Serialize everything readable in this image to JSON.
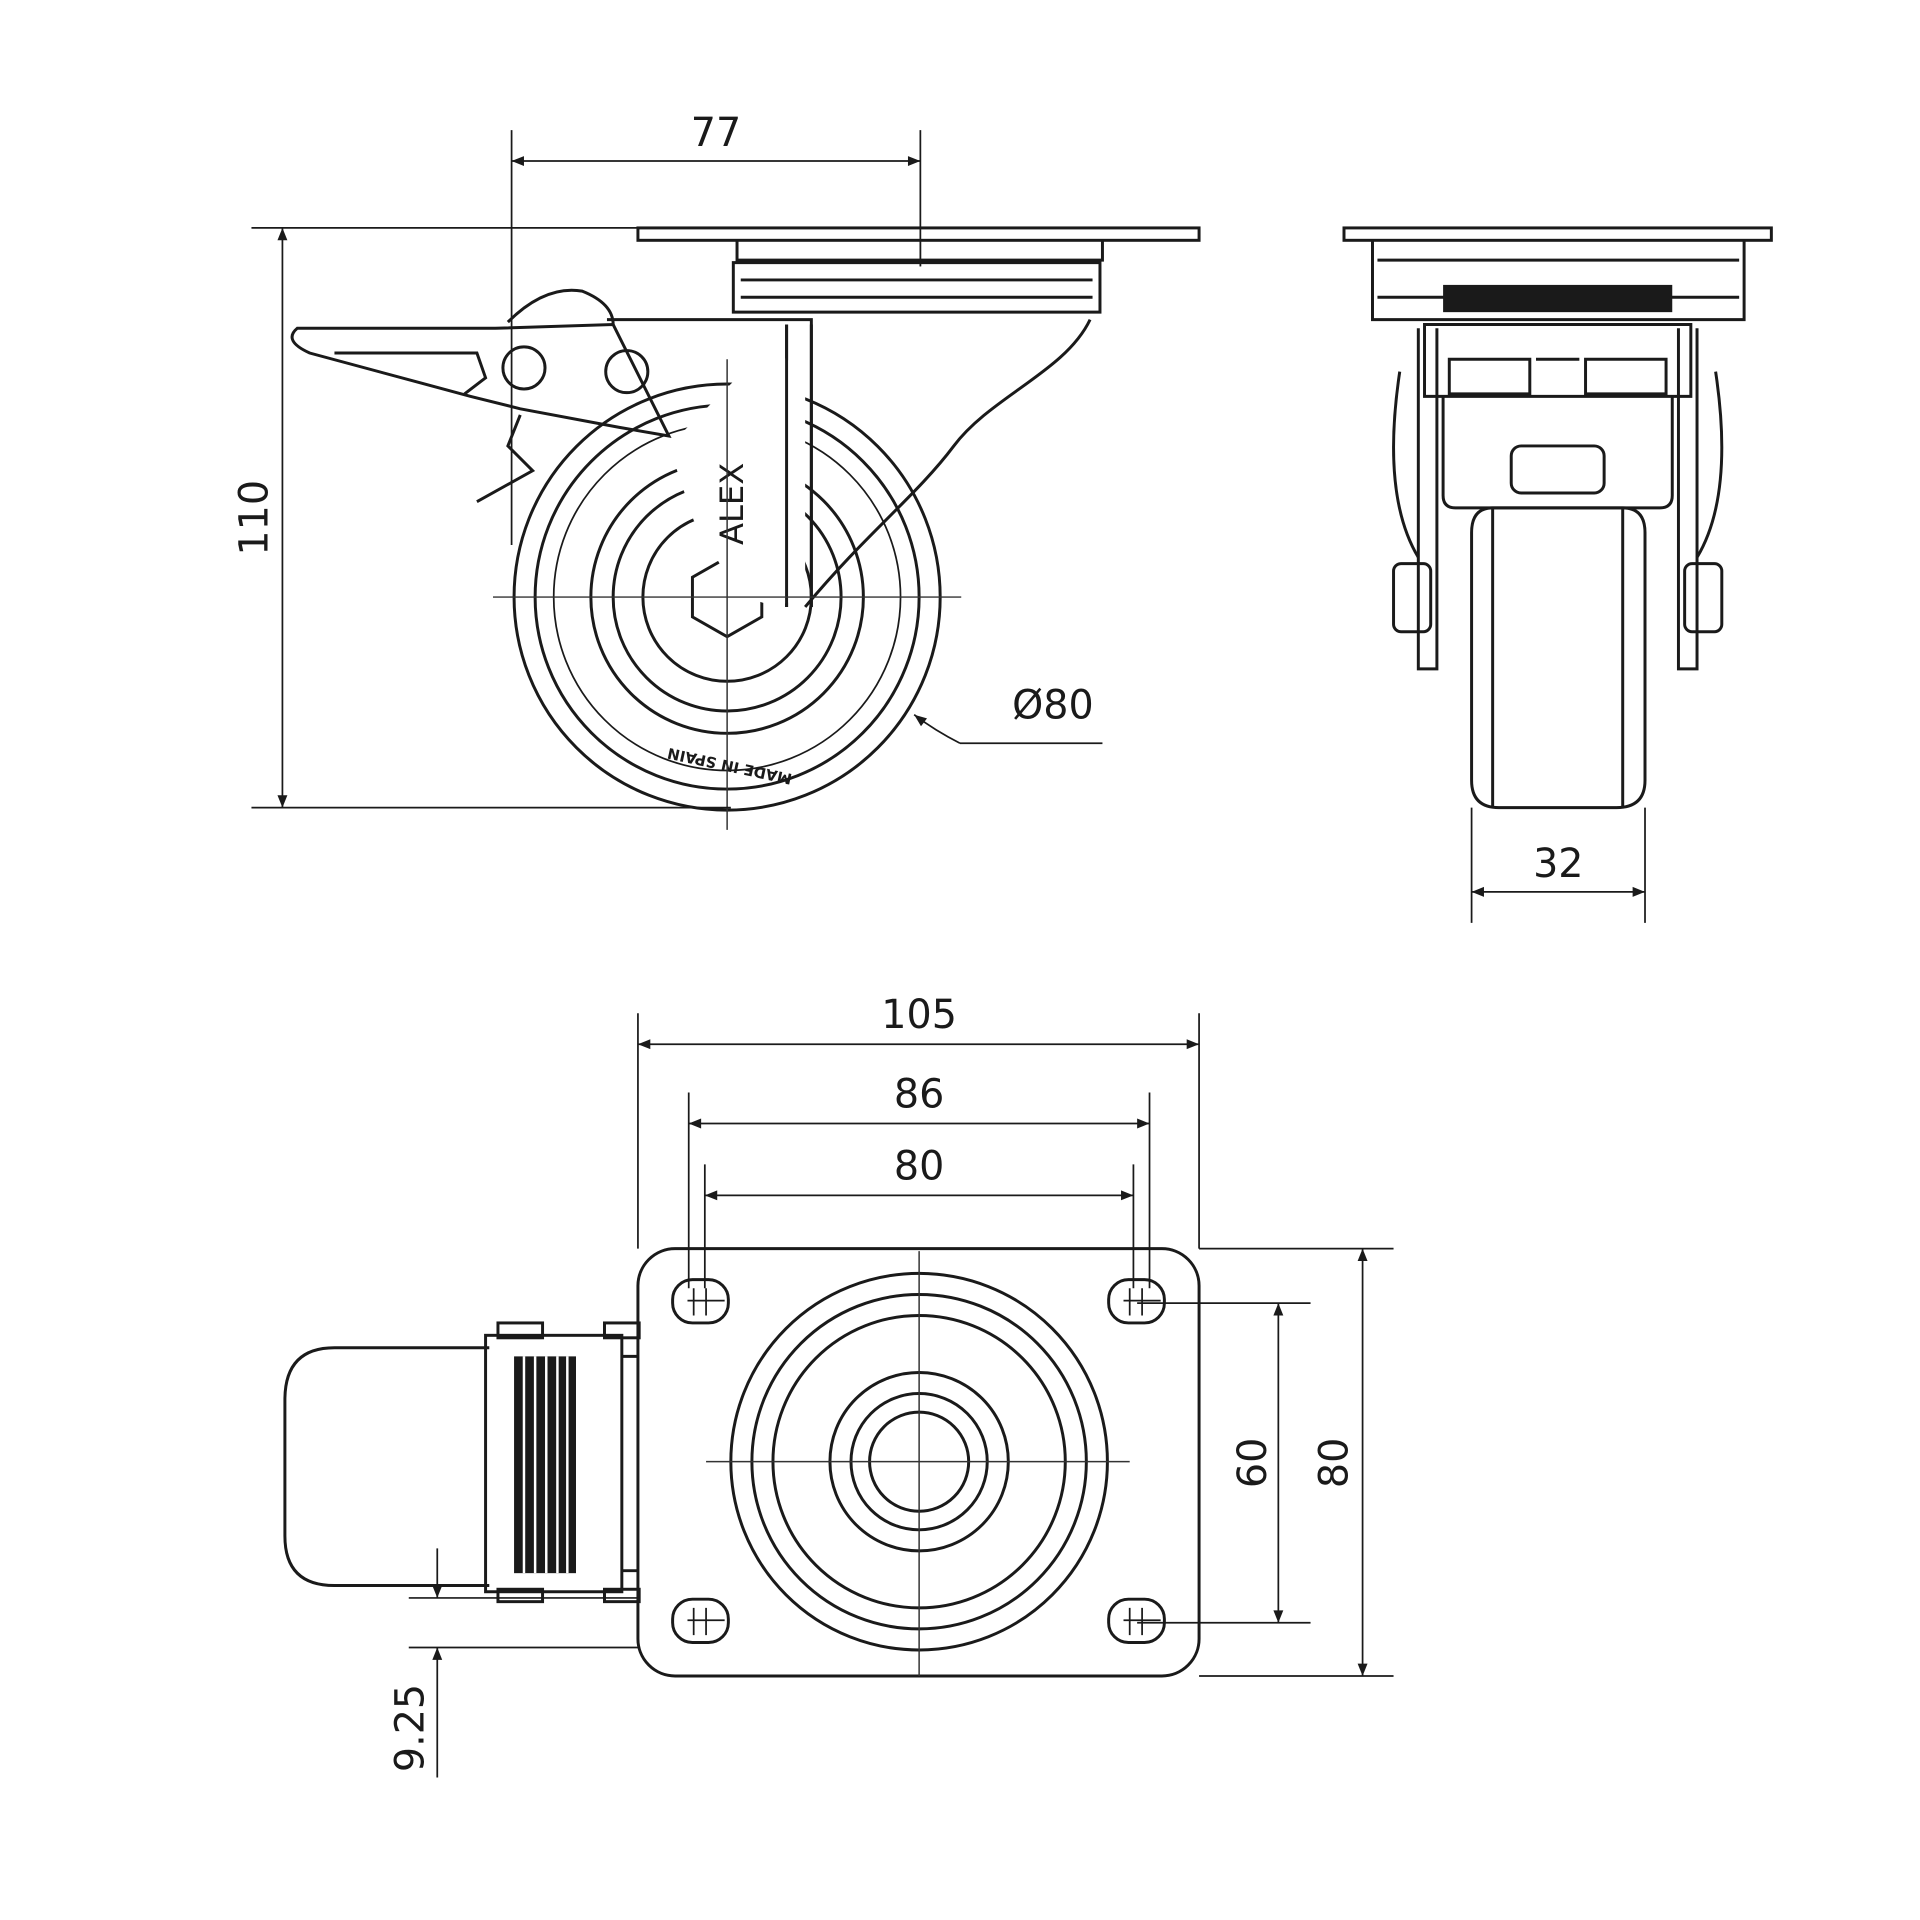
{
  "drawing": {
    "brand_mark": "ALEX",
    "wheel_marking": "MADE IN SPAIN",
    "dimensions": {
      "swivel_offset": "77",
      "overall_height": "110",
      "wheel_diameter": "Ø80",
      "wheel_width": "32",
      "plate_length": "105",
      "hole_spacing_length_outer": "86",
      "hole_spacing_length_inner": "80",
      "hole_spacing_width": "60",
      "plate_width": "80",
      "brake_offset": "9.25"
    }
  }
}
